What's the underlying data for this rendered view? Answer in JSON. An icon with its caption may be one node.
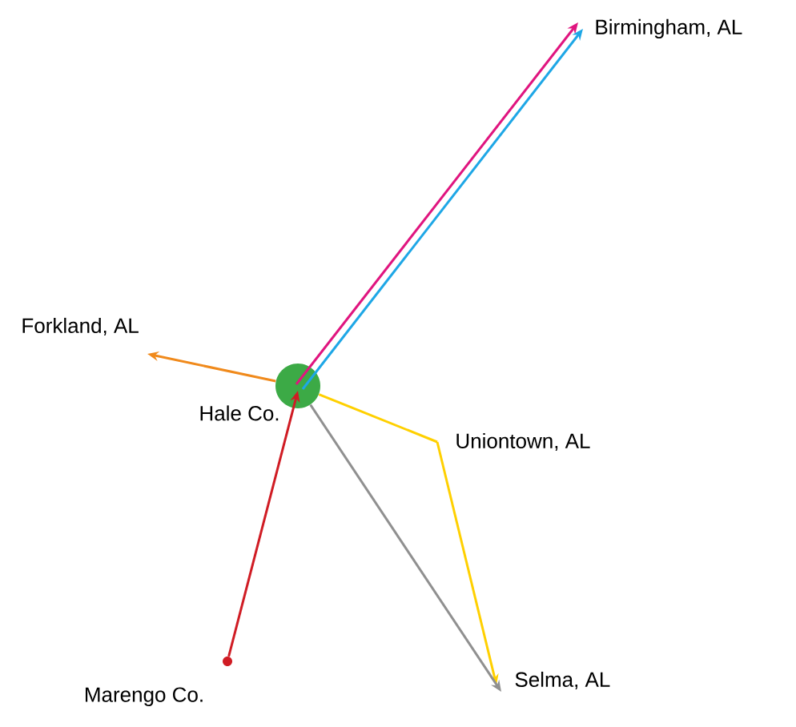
{
  "diagram": {
    "nodes": [
      {
        "text": [
          "Hale Co."
        ]
      },
      {
        "text": [
          "Birmingham, AL"
        ]
      },
      {
        "text": [
          "Forkland, AL"
        ]
      },
      {
        "text": [
          "Uniontown, AL"
        ]
      },
      {
        "text": [
          "Selma, AL"
        ]
      },
      {
        "text": [
          "Marengo Co."
        ]
      }
    ],
    "edges": [
      {
        "from": 0,
        "to": 1,
        "arrow": "to",
        "color": "#e0157f"
      },
      {
        "from": 0,
        "to": 1,
        "arrow": "to",
        "color": "#1ea7e6"
      },
      {
        "from": 0,
        "to": 2,
        "arrow": "to",
        "color": "#f08a1c"
      },
      {
        "from": 0,
        "to": 3,
        "arrow": "none",
        "color": "#ffd000"
      },
      {
        "from": 3,
        "to": 4,
        "arrow": "to",
        "color": "#ffd000"
      },
      {
        "from": 0,
        "to": 4,
        "arrow": "to",
        "color": "#909090"
      },
      {
        "from": 5,
        "to": 0,
        "arrow": "to",
        "color": "#d01c24"
      }
    ]
  }
}
